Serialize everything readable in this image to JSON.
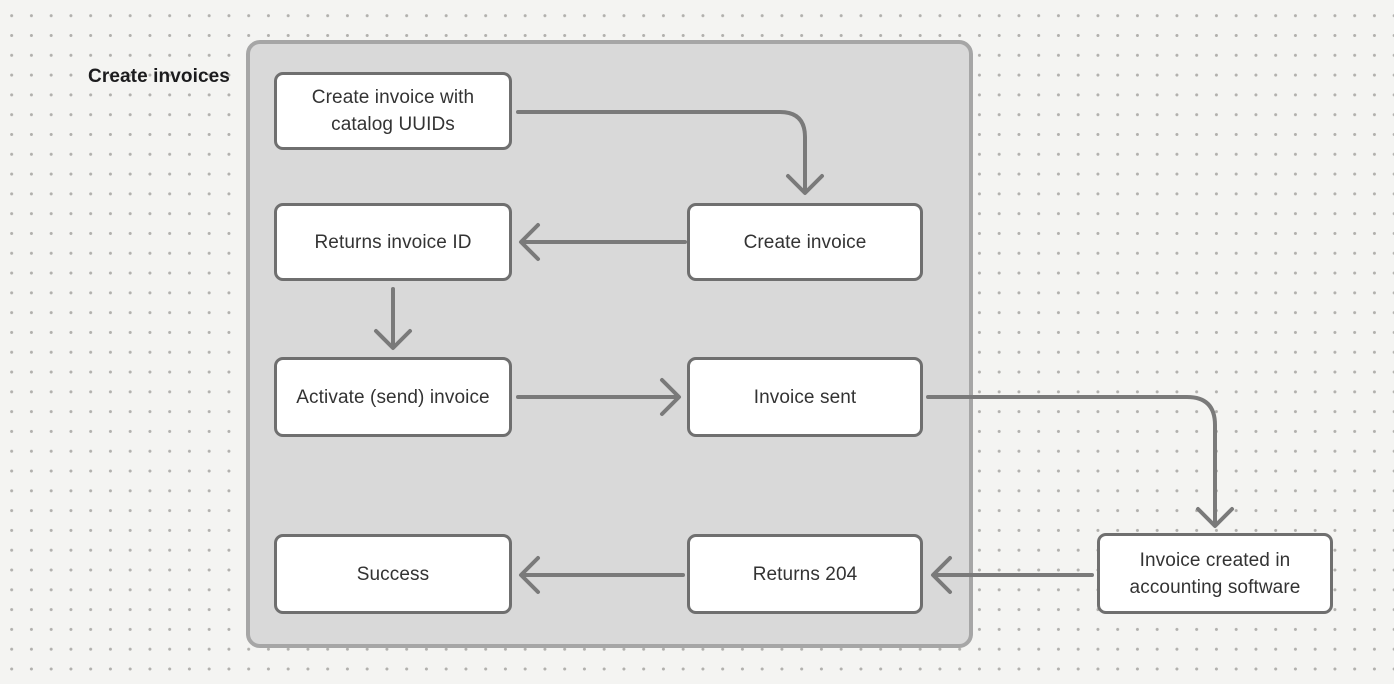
{
  "title": "Create invoices",
  "colors": {
    "canvas_bg": "#f4f4f2",
    "dot_color": "#b1b0ad",
    "group_fill": "#d9d9d9",
    "group_border": "#a6a6a6",
    "node_fill": "#ffffff",
    "node_border": "#6f6f6f",
    "arrow_color": "#7a7a7a",
    "node_text": "#333333",
    "title_color": "#1c1c1e"
  },
  "nodes": [
    {
      "id": "create-invoice-with-catalog-uuids",
      "label": "Create invoice with catalog UUIDs"
    },
    {
      "id": "returns-invoice-id",
      "label": "Returns invoice ID"
    },
    {
      "id": "create-invoice",
      "label": "Create invoice"
    },
    {
      "id": "activate-send-invoice",
      "label": "Activate (send) invoice"
    },
    {
      "id": "invoice-sent",
      "label": "Invoice sent"
    },
    {
      "id": "success",
      "label": "Success"
    },
    {
      "id": "returns-204",
      "label": "Returns 204"
    },
    {
      "id": "invoice-created-in-accounting-software",
      "label": "Invoice created in accounting software"
    }
  ],
  "edges": [
    {
      "from": "create-invoice-with-catalog-uuids",
      "to": "create-invoice"
    },
    {
      "from": "create-invoice",
      "to": "returns-invoice-id"
    },
    {
      "from": "returns-invoice-id",
      "to": "activate-send-invoice"
    },
    {
      "from": "activate-send-invoice",
      "to": "invoice-sent"
    },
    {
      "from": "invoice-sent",
      "to": "invoice-created-in-accounting-software"
    },
    {
      "from": "invoice-created-in-accounting-software",
      "to": "returns-204"
    },
    {
      "from": "returns-204",
      "to": "success"
    }
  ]
}
